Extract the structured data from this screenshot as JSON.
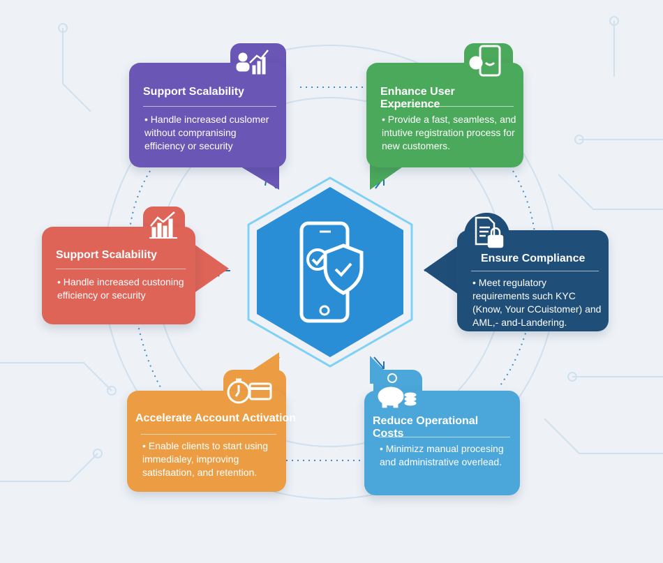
{
  "colors": {
    "purple": "#6956b5",
    "green": "#4ba95b",
    "red": "#df6458",
    "navy": "#1f4e79",
    "orange": "#ec9d44",
    "blue": "#4ba7da",
    "hex": "#2a8ed6",
    "background": "#eef2f7"
  },
  "center": {
    "icon": "smartphone-shield-check-icon"
  },
  "cards": [
    {
      "title": "Support Scalability",
      "body": "• Handle increased cuslomer without compranising efficiency or security",
      "icon": "user-growth-chart-icon"
    },
    {
      "title": "Enhance User Experience",
      "body": "• Provide a fast, seamless, and intutive registration process for new customers.",
      "icon": "smartphone-smiley-icon"
    },
    {
      "title": "Support Scalability",
      "body": "• Handle increased custoning efficiency or security",
      "icon": "growth-chart-icon"
    },
    {
      "title": "Ensure Compliance",
      "body": "• Meet regulatory requirements such KYC (Know, Your CCuistomer) and AML,- and-Landering.",
      "icon": "document-lock-icon"
    },
    {
      "title": "Accelerate Account Activation",
      "body": "• Enable clients to start using immedialey, improving satisfaation, and retention.",
      "icon": "stopwatch-card-icon"
    },
    {
      "title": "Reduce Operational Costs",
      "body": "• Minimizz manual procesing and administrative overlead.",
      "icon": "piggy-bank-coins-icon"
    }
  ]
}
